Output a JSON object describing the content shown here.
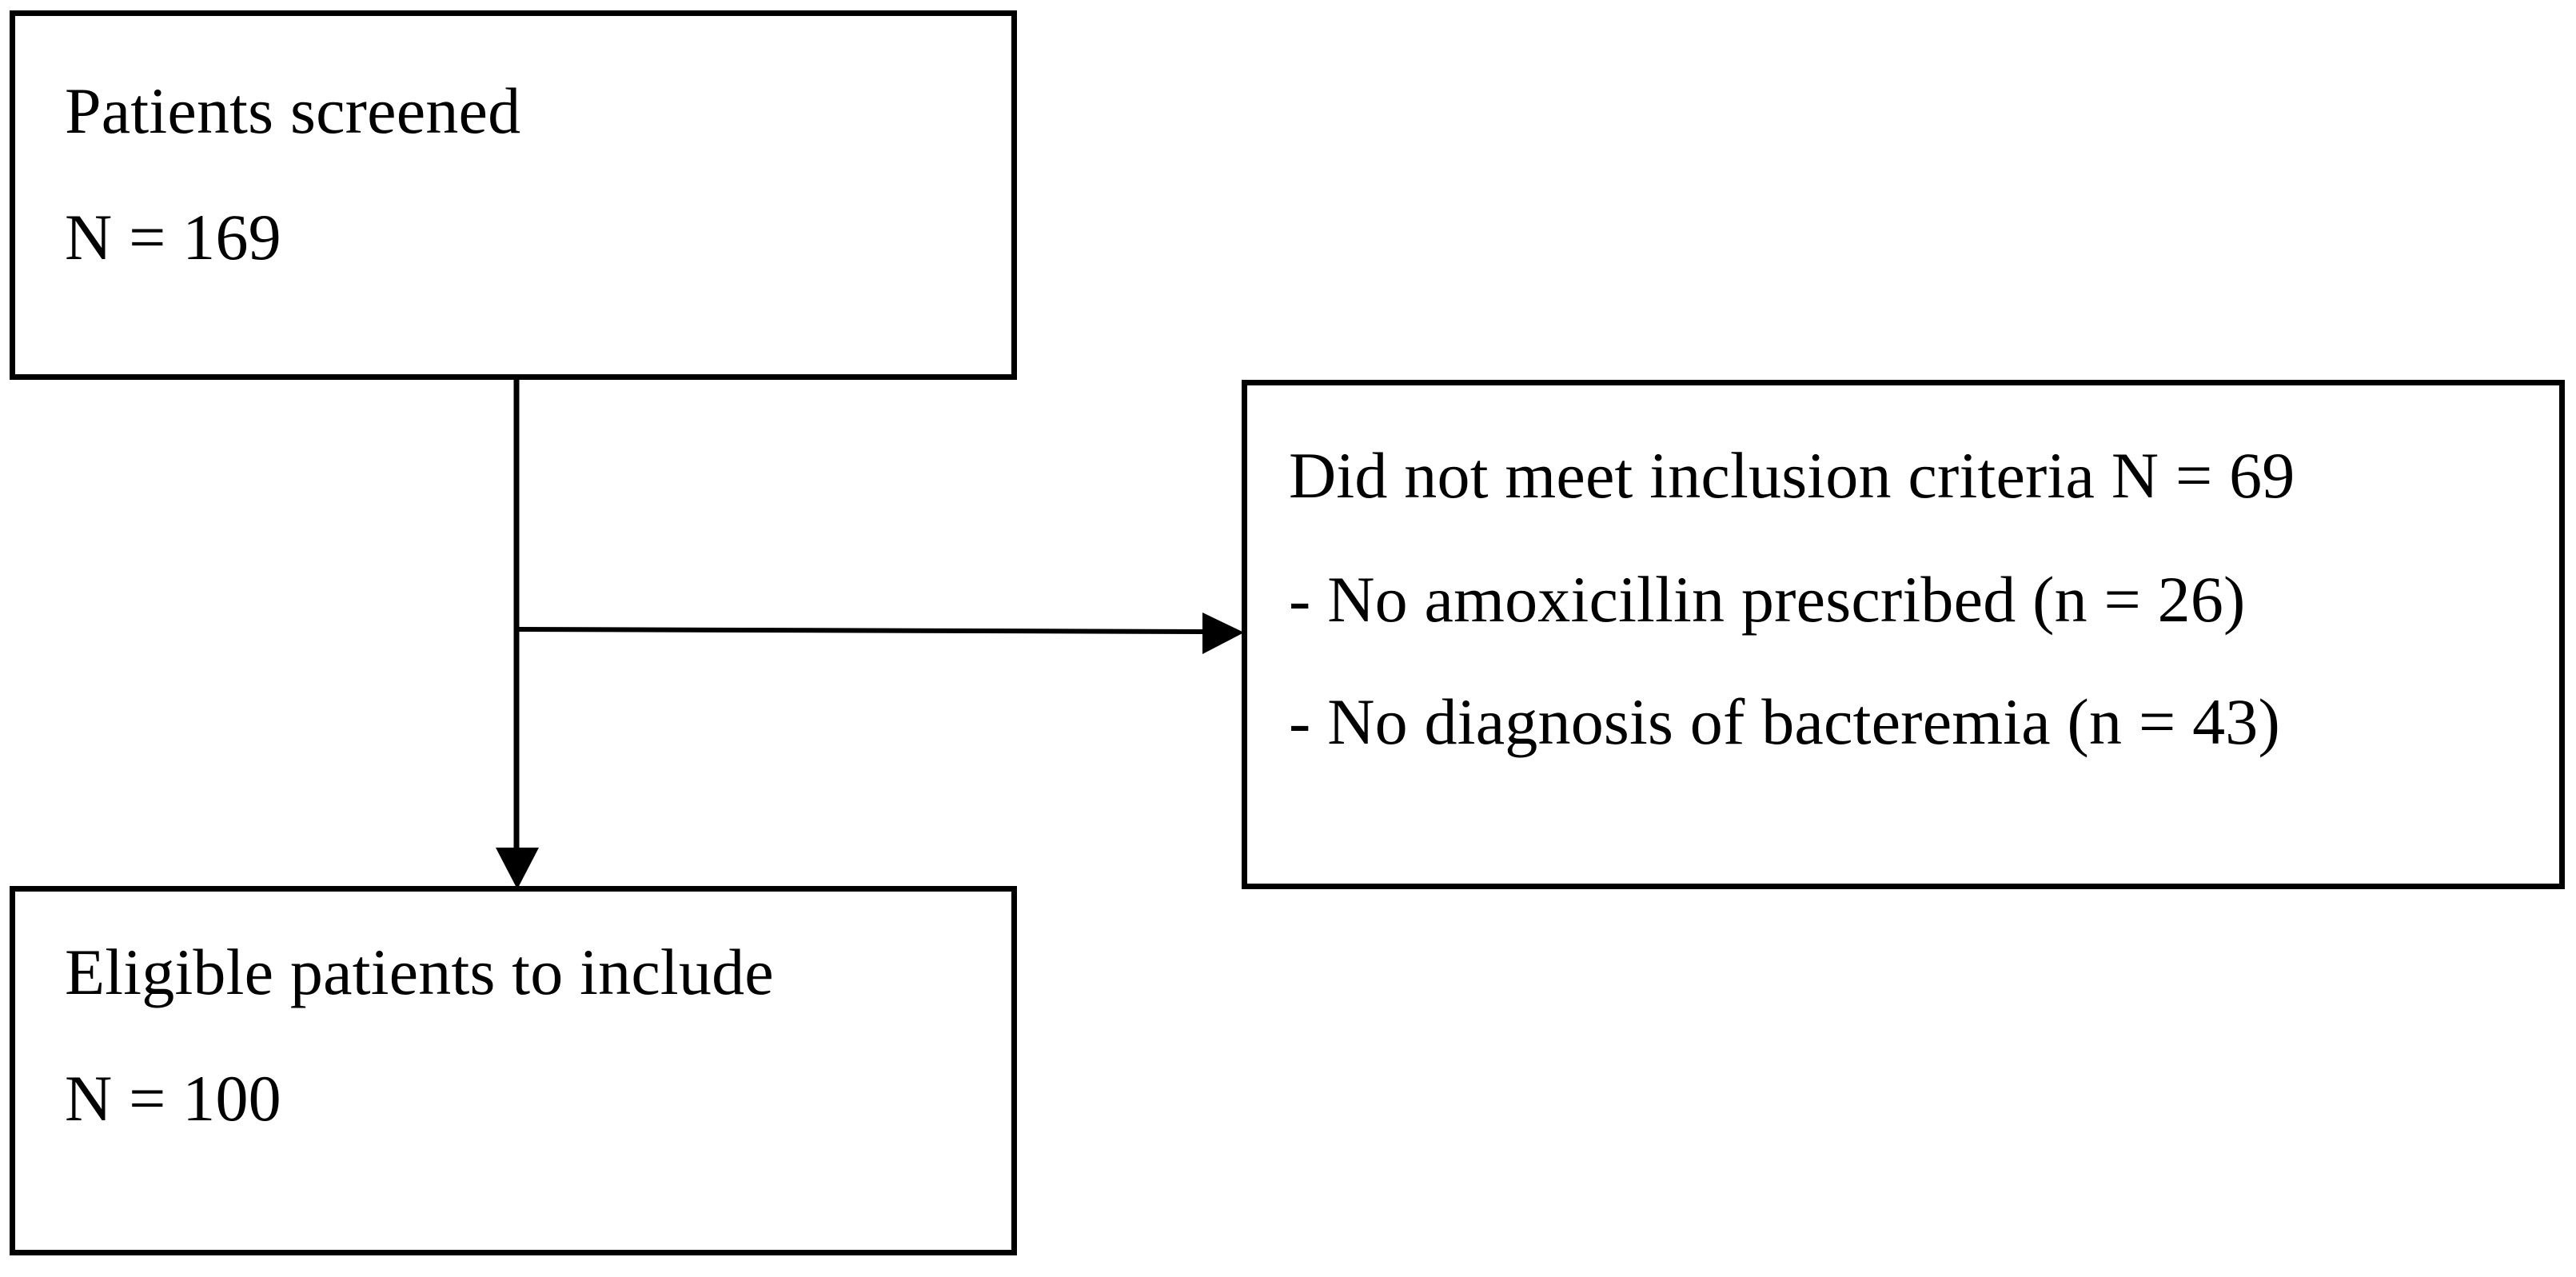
{
  "figure": {
    "type": "patient-flow-diagram",
    "background_color": "#ffffff",
    "line_color": "#000000",
    "text_color": "#000000"
  },
  "boxes": {
    "screened": {
      "name": "Patients screened",
      "lines": [
        "Patients screened",
        "N = 169"
      ],
      "count": 169
    },
    "excluded": {
      "name": "Did not meet inclusion criteria",
      "lines": [
        "Did not meet inclusion criteria N = 69",
        "- No amoxicillin prescribed (n = 26)",
        "- No diagnosis of bacteremia (n = 43)"
      ],
      "count": 69,
      "reasons": [
        {
          "label": "No amoxicillin prescribed",
          "n": 26
        },
        {
          "label": "No diagnosis of bacteremia",
          "n": 43
        }
      ]
    },
    "eligible": {
      "name": "Eligible patients to include",
      "lines": [
        "Eligible patients to include",
        "N = 100"
      ],
      "count": 100
    }
  },
  "connectors": [
    {
      "name": "screened-to-excluded",
      "from": "screened",
      "to": "excluded",
      "direction": "right"
    },
    {
      "name": "screened-to-eligible",
      "from": "screened",
      "to": "eligible",
      "direction": "down"
    }
  ]
}
